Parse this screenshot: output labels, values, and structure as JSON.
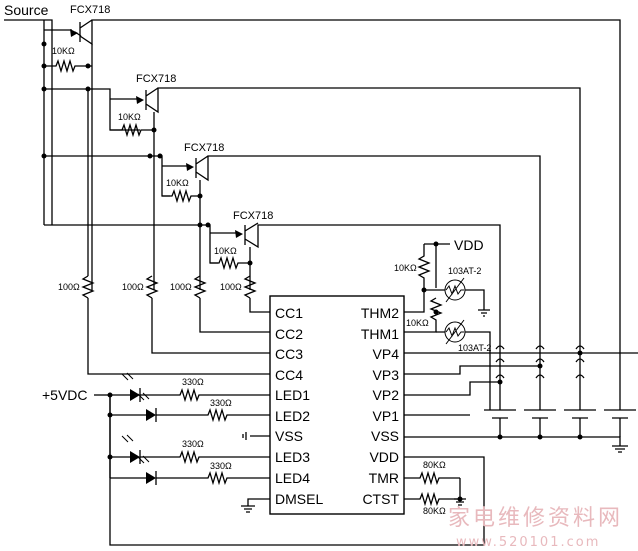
{
  "labels": {
    "source": "Source",
    "vdd": "VDD",
    "supply": "+5VDC"
  },
  "components": {
    "transistor": "FCX718",
    "r10k": "10KΩ",
    "r100": "100Ω",
    "r330": "330Ω",
    "r80k": "80KΩ",
    "thermistor": "103AT-2"
  },
  "ic": {
    "left_pins": [
      "CC1",
      "CC2",
      "CC3",
      "CC4",
      "LED1",
      "LED2",
      "VSS",
      "LED3",
      "LED4",
      "DMSEL"
    ],
    "right_pins": [
      "THM2",
      "THM1",
      "VP4",
      "VP3",
      "VP2",
      "VP1",
      "VSS",
      "VDD",
      "TMR",
      "CTST"
    ]
  },
  "watermark": {
    "title": "家电维修资料网",
    "url": "www.520101.com"
  }
}
